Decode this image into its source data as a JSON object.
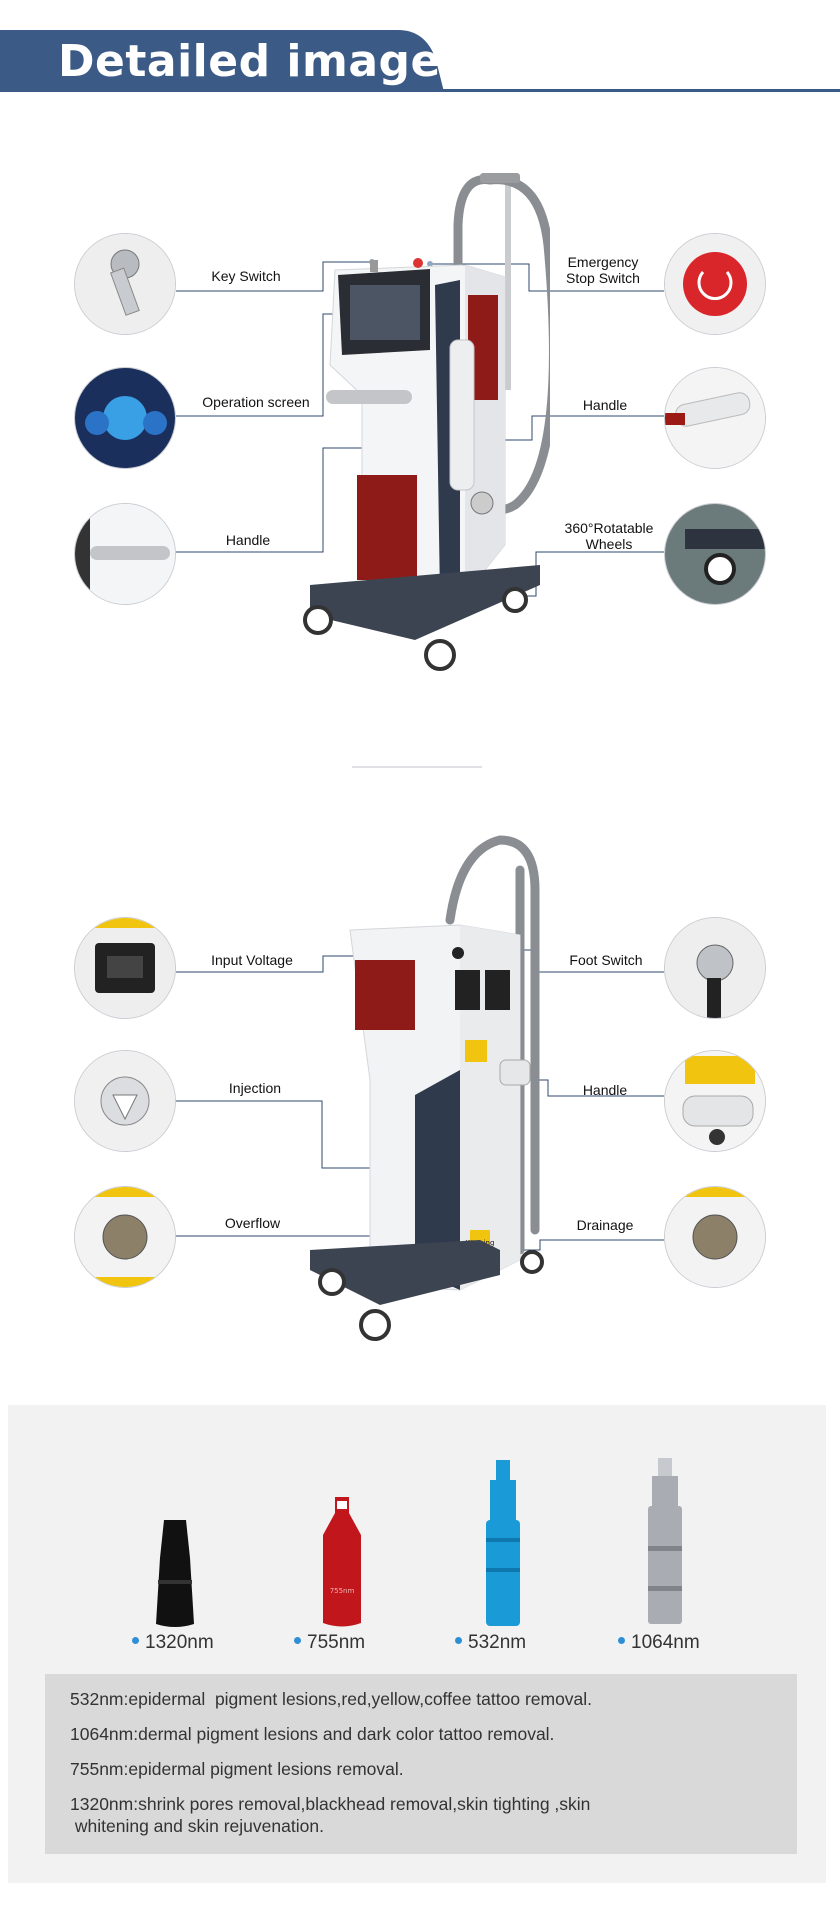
{
  "header": {
    "title": "Detailed images"
  },
  "front": {
    "labels": {
      "key_switch": "Key Switch",
      "operation_screen": "Operation screen",
      "handle_left": "Handle",
      "emergency_line1": "Emergency",
      "emergency_line2": "Stop Switch",
      "handle_right": "Handle",
      "wheels_line1": "360°Rotatable",
      "wheels_line2": "Wheels"
    }
  },
  "back": {
    "labels": {
      "input_voltage": "Input Voltage",
      "injection": "Injection",
      "overflow": "Overflow",
      "foot_switch": "Foot Switch",
      "handle": "Handle",
      "drainage": "Drainage"
    },
    "warning_text": "Warning"
  },
  "probes": [
    {
      "label": "1320nm",
      "color": "#111111"
    },
    {
      "label": "755nm",
      "color": "#c0161c",
      "engraving": "755nm"
    },
    {
      "label": "532nm",
      "color": "#1a9ad6"
    },
    {
      "label": "1064nm",
      "color": "#a9acb2"
    }
  ],
  "descriptions": [
    "532nm:epidermal  pigment lesions,red,yellow,coffee tattoo removal.",
    "1064nm:dermal pigment lesions and dark color tattoo removal.",
    "755nm:epidermal pigment lesions removal.",
    "1320nm:shrink pores removal,blackhead removal,skin tighting ,skin",
    " whitening and skin rejuvenation."
  ],
  "colors": {
    "header_band": "#3c5a86",
    "leader_line": "#2c4a6e",
    "bullet": "#2f8fd6"
  }
}
